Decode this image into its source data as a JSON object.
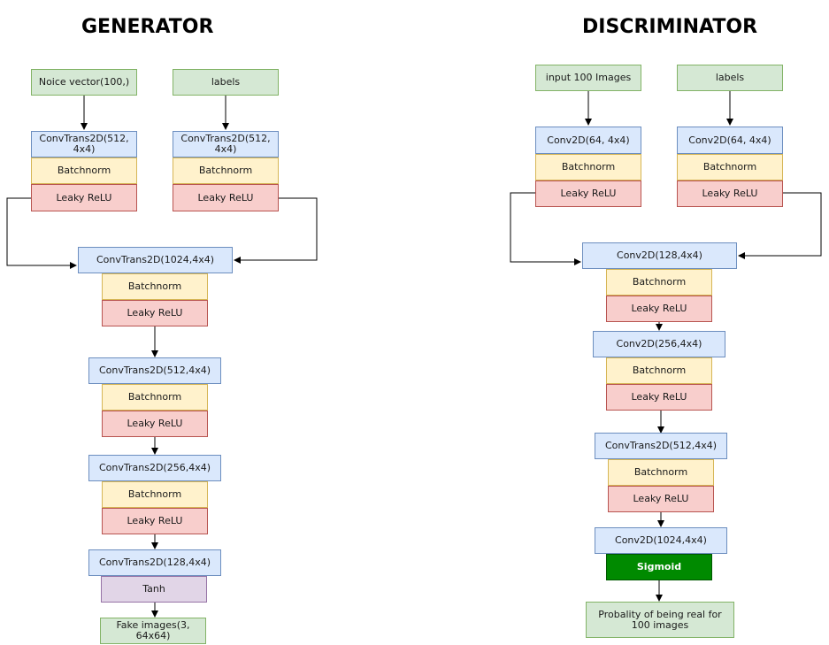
{
  "generator": {
    "title": "GENERATOR",
    "noise_input": "Noice vector(100,)",
    "labels_input": "labels",
    "branch_conv": "ConvTrans2D(512,\n4x4)",
    "batchnorm": "Batchnorm",
    "leaky_relu": "Leaky ReLU",
    "merge_conv": "ConvTrans2D(1024,4x4)",
    "conv_512": "ConvTrans2D(512,4x4)",
    "conv_256": "ConvTrans2D(256,4x4)",
    "conv_128": "ConvTrans2D(128,4x4)",
    "tanh": "Tanh",
    "output": "Fake images(3,\n64x64)"
  },
  "discriminator": {
    "title": "DISCRIMINATOR",
    "image_input": "input 100 Images",
    "labels_input": "labels",
    "branch_conv": "Conv2D(64, 4x4)",
    "batchnorm": "Batchnorm",
    "leaky_relu": "Leaky ReLU",
    "conv_128": "Conv2D(128,4x4)",
    "conv_256": "Conv2D(256,4x4)",
    "conv_512": "ConvTrans2D(512,4x4)",
    "conv_1024": "Conv2D(1024,4x4)",
    "sigmoid": "Sigmoid",
    "output": "Probality of being real for\n100 images"
  }
}
